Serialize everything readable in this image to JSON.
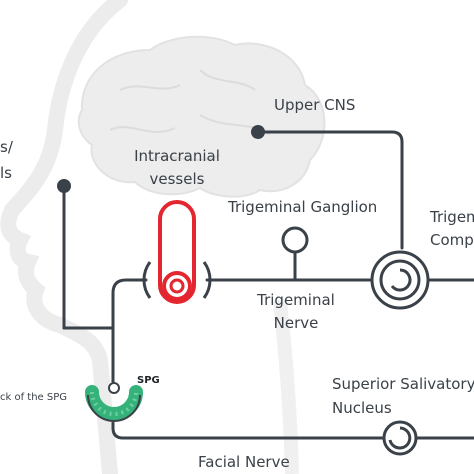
{
  "labels": {
    "upper_cns": "Upper CNS",
    "intracranial_line1": "Intracranial",
    "intracranial_line2": "vessels",
    "trigeminal_ganglion": "Trigeminal Ganglion",
    "trigeminal_complex_line1": "Trigem",
    "trigeminal_complex_line2": "Compl",
    "trigeminal_nerve_line1": "Trigeminal",
    "trigeminal_nerve_line2": "Nerve",
    "spg": "SPG",
    "block_of_spg": "ck of the SPG",
    "superior_salivatory_line1": "Superior Salivatory",
    "superior_salivatory_line2": "Nucleus",
    "facial_nerve": "Facial Nerve",
    "left_edge_line1": "s/",
    "left_edge_line2": "ls"
  },
  "colors": {
    "line": "#3a4148",
    "vessel_red": "#e3262f",
    "spg_green": "#35b27a",
    "silhouette": "#ececec"
  }
}
